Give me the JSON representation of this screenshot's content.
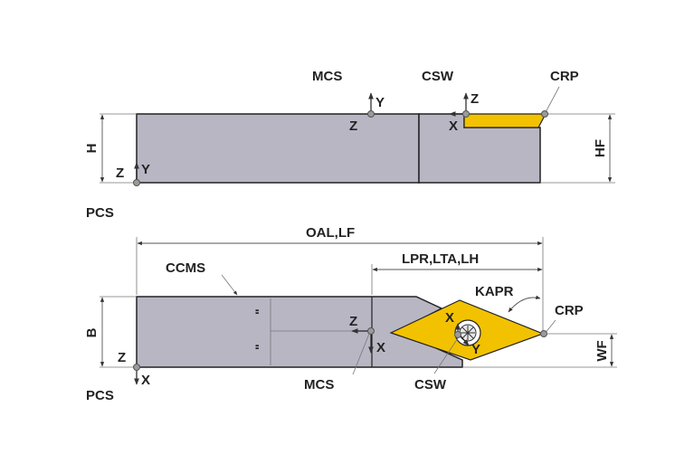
{
  "side_view": {
    "mcs": "MCS",
    "csw": "CSW",
    "crp": "CRP",
    "pcs": "PCS",
    "dim_h": "H",
    "dim_hf": "HF",
    "mcs_axis_y": "Y",
    "mcs_axis_z": "Z",
    "csw_axis_z": "Z",
    "csw_axis_x": "X",
    "pcs_axis_z": "Z",
    "pcs_axis_y": "Y"
  },
  "top_view": {
    "dim_oal_lf": "OAL,LF",
    "dim_lpr": "LPR,LTA,LH",
    "ccms": "CCMS",
    "kapr": "KAPR",
    "crp": "CRP",
    "dim_b": "B",
    "dim_wf": "WF",
    "pcs": "PCS",
    "mcs": "MCS",
    "csw": "CSW",
    "pcs_axis_z": "Z",
    "pcs_axis_x": "X",
    "mcs_axis_z": "Z",
    "mcs_axis_x": "X",
    "csw_axis_x": "X",
    "csw_axis_y": "Y",
    "quote_mark_top": "\"",
    "quote_mark_bottom": "\""
  },
  "colors": {
    "body": "#b9b6c4",
    "insert": "#f2c200",
    "point": "#9a9a9a"
  }
}
